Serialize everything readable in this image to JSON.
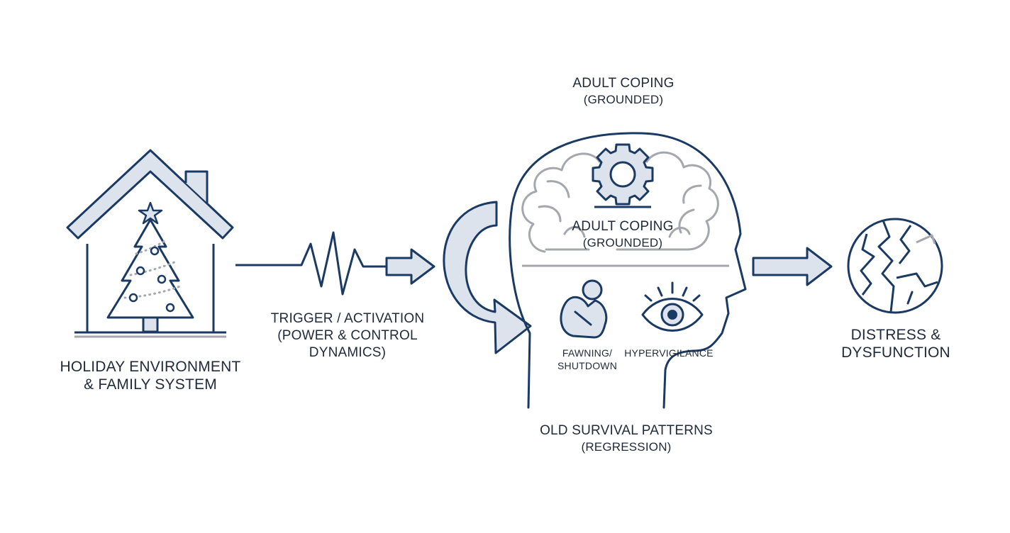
{
  "colors": {
    "navy": "#1b3a63",
    "pale": "#dce3ec",
    "gray": "#a4a8ae",
    "text": "#1f2a3a",
    "white": "#ffffff"
  },
  "icons": {
    "house": "house-with-tree-icon",
    "tree": "christmas-tree-icon",
    "pulse": "heartbeat-line-icon",
    "brain": "brain-icon",
    "gear": "gear-icon",
    "person": "curled-up-person-icon",
    "eye": "eye-icon",
    "globe": "cracked-globe-icon"
  },
  "labels": {
    "environment": {
      "line1": "HOLIDAY ENVIRONMENT",
      "line2": "& FAMILY SYSTEM"
    },
    "trigger": {
      "line1": "TRIGGER / ACTIVATION",
      "line2": "(POWER & CONTROL",
      "line3": "DYNAMICS)"
    },
    "adult_top": {
      "line1": "ADULT COPING",
      "line2": "(GROUNDED)"
    },
    "adult_inner": {
      "line1": "ADULT COPING",
      "line2": "(GROUNDED)"
    },
    "fawning": {
      "line1": "FAWNING/",
      "line2": "SHUTDOWN"
    },
    "hypervigilance": {
      "line1": "HYPERVIGILANCE"
    },
    "old_patterns": {
      "line1": "OLD SURVIVAL PATTERNS",
      "line2": "(REGRESSION)"
    },
    "distress": {
      "line1": "DISTRESS &",
      "line2": "DYSFUNCTION"
    }
  }
}
